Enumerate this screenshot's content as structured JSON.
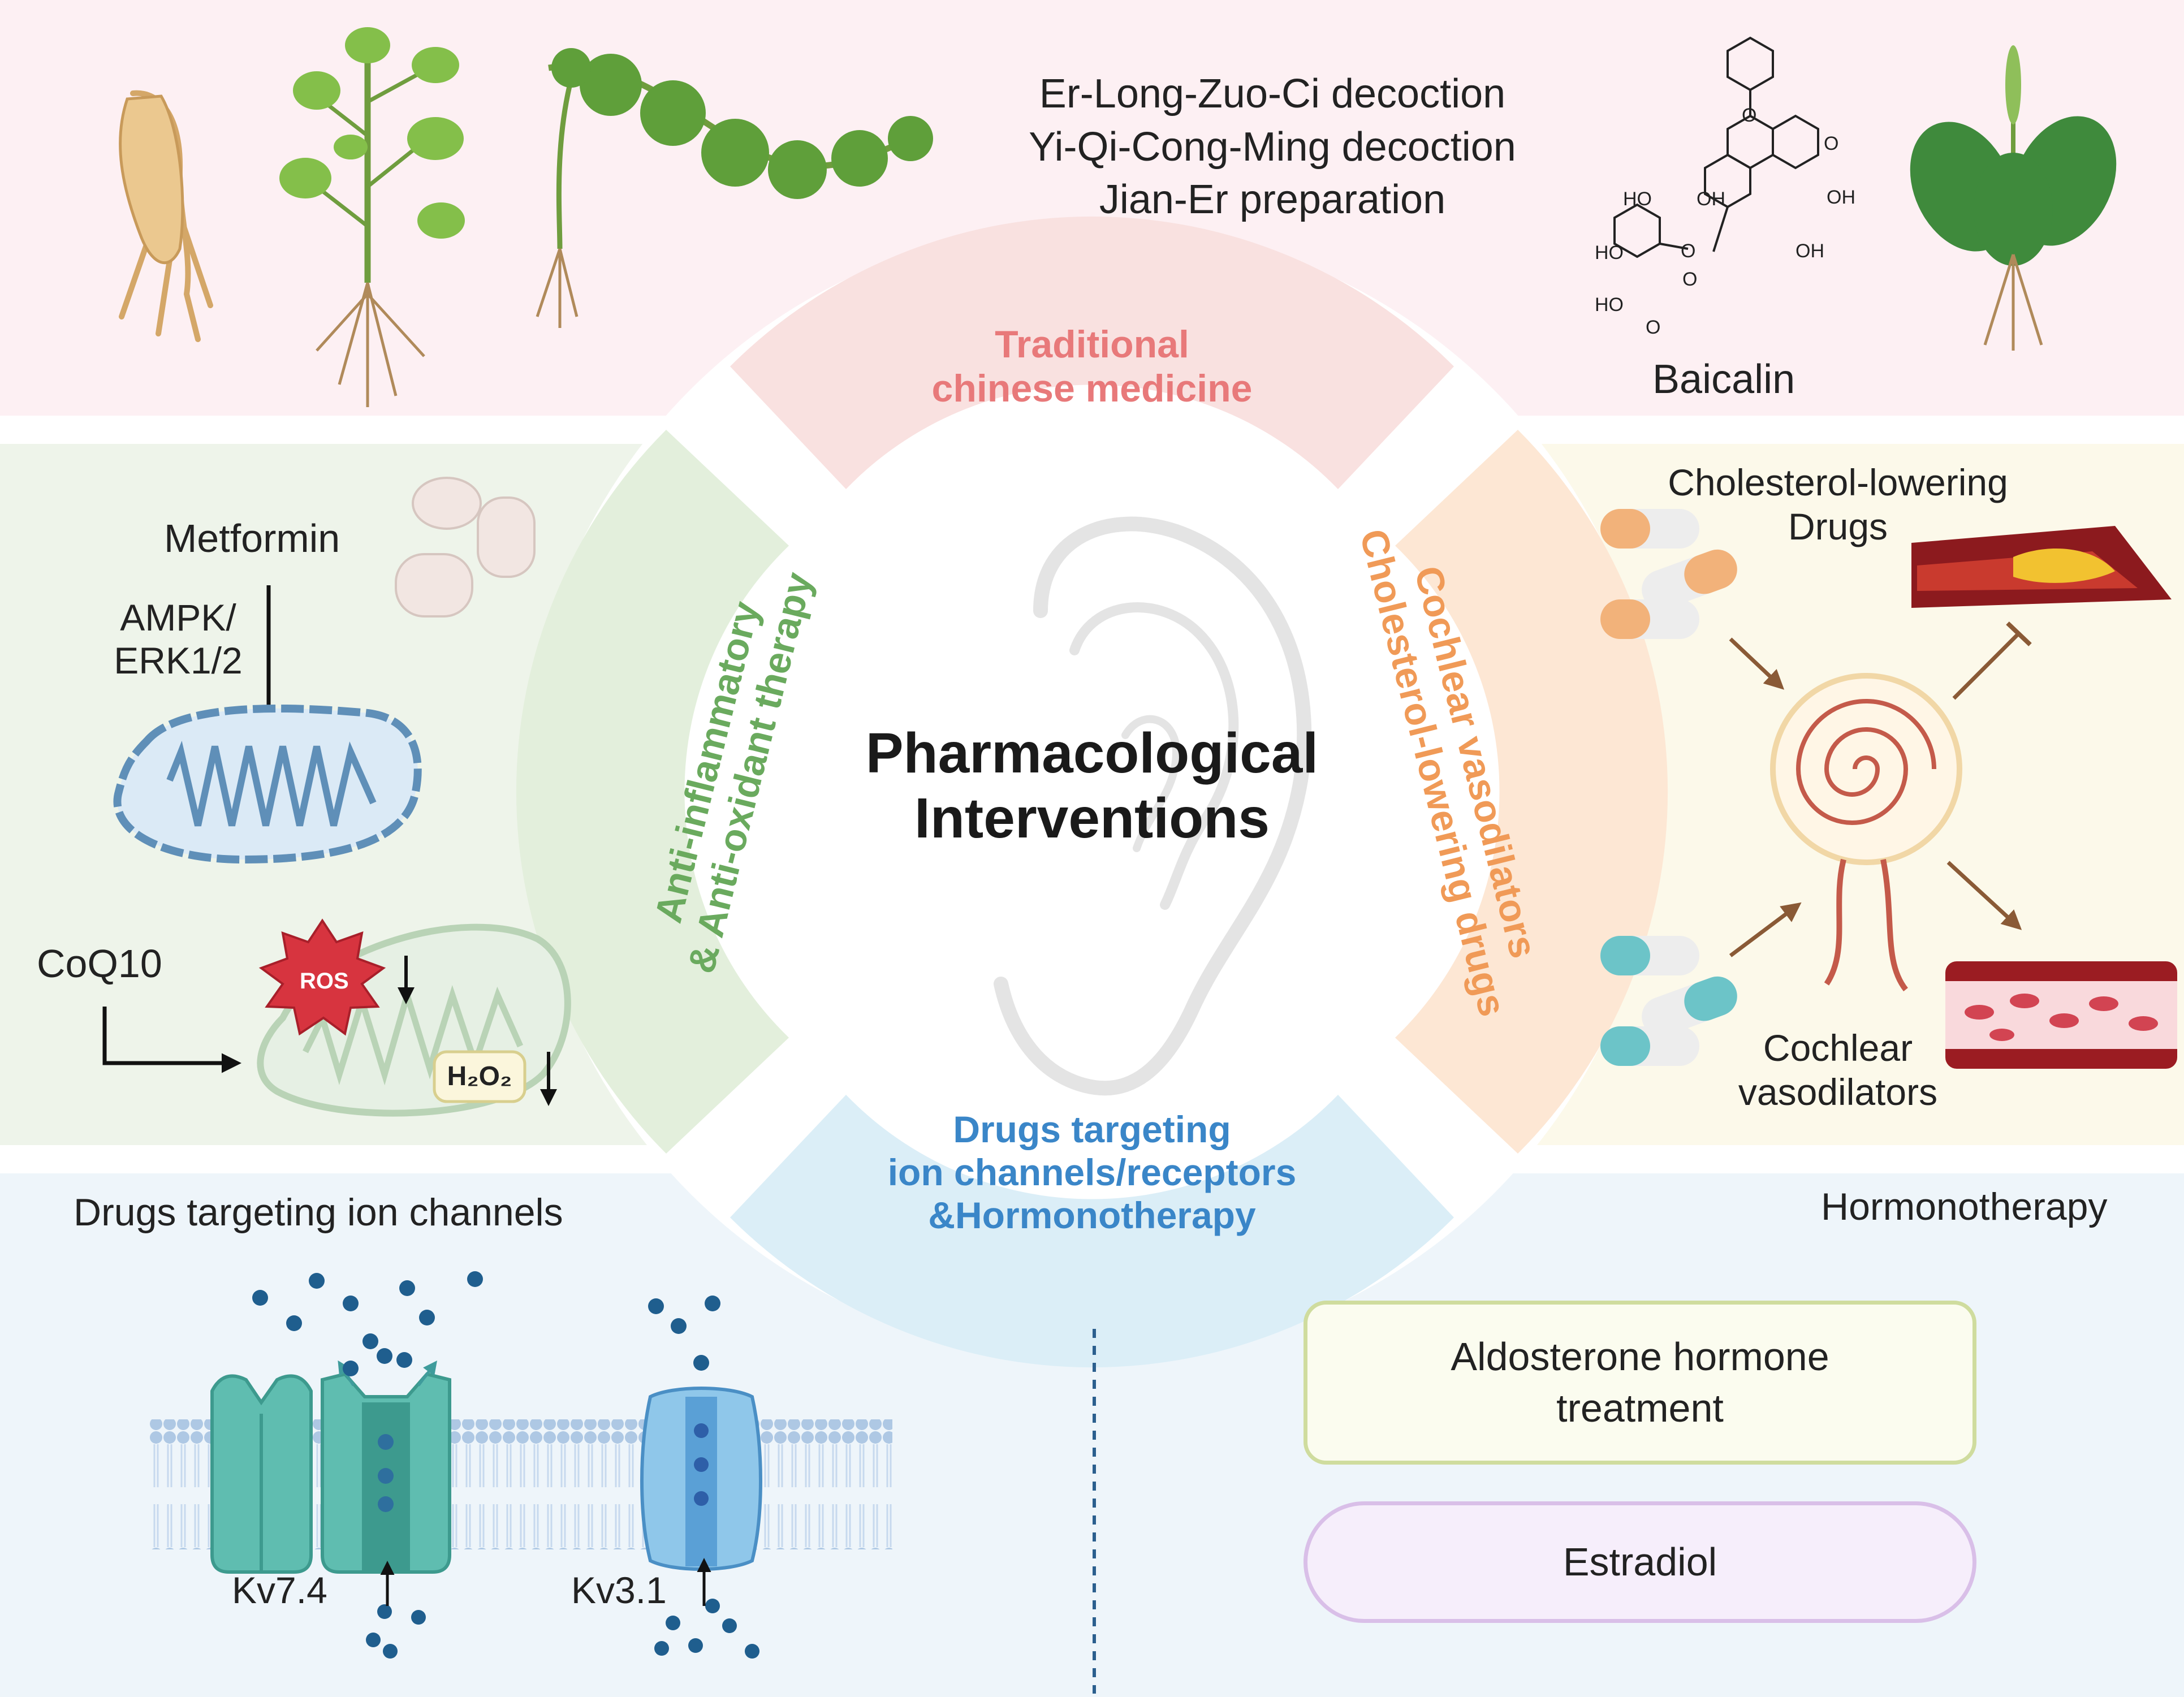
{
  "center_title": [
    "Pharmacological",
    "Interventions"
  ],
  "ring_sectors": {
    "top": [
      "Traditional",
      "chinese medicine"
    ],
    "left": [
      "Anti-inflammatory",
      "& Anti-oxidant therapy"
    ],
    "right": [
      "Cochlear vasodilators",
      "Cholesterol-lowering drugs"
    ],
    "bottom": [
      "Drugs targeting",
      "ion channels/receptors",
      "&Hormonotherapy"
    ]
  },
  "tcm_panel": {
    "formulas": [
      "Er-Long-Zuo-Ci decoction",
      "Yi-Qi-Cong-Ming  decoction",
      "Jian-Er preparation"
    ],
    "compound_label": "Baicalin",
    "molecule_groups": [
      "HO",
      "OH",
      "OH",
      "HO",
      "O",
      "OH",
      "HO",
      "O",
      "O",
      "O",
      "O"
    ]
  },
  "antioxidant_panel": {
    "metformin": "Metformin",
    "pathway": [
      "AMPK/",
      "ERK1/2"
    ],
    "coq10": "CoQ10",
    "ros": "ROS",
    "h2o2": "H₂O₂"
  },
  "vascular_panel": {
    "cholesterol_label": [
      "Cholesterol-lowering",
      "Drugs"
    ],
    "vasodilator_label": [
      "Cochlear",
      "vasodilators"
    ]
  },
  "ion_panel": {
    "title": "Drugs targeting ion channels",
    "channel_a": "Kv7.4",
    "channel_b": "Kv3.1"
  },
  "hormone_panel": {
    "title": "Hormonotherapy",
    "treatments": [
      "Aldosterone hormone\ntreatment",
      "Estradiol"
    ]
  },
  "colors": {
    "tcm_bg": "#fdf0f3",
    "antiox_bg": "#eef4ea",
    "vascular_bg": "#fcf9ea",
    "ion_bg": "#eef5fa",
    "tcm_text": "#e8797a",
    "antiox_text": "#6aaa5e",
    "vascular_text": "#f09a57",
    "bottom_text": "#3a86c8",
    "aldosterone_border": "#cfdc9e",
    "estradiol_border": "#d9bfe8"
  }
}
